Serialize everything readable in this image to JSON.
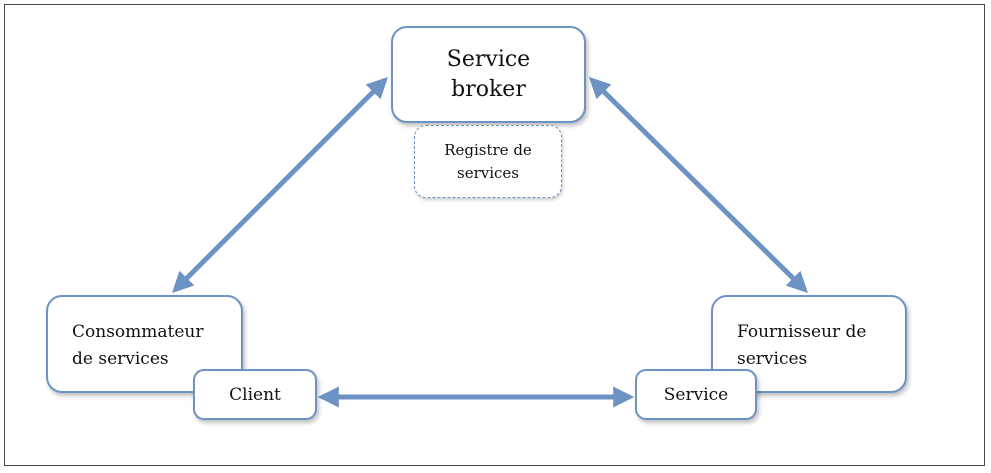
{
  "diagram": {
    "nodes": {
      "broker": {
        "line1": "Service",
        "line2": "broker"
      },
      "registre": {
        "line1": "Registre de",
        "line2": "services"
      },
      "consommateur": {
        "line1": "Consommateur",
        "line2": "de services"
      },
      "fournisseur": {
        "line1": "Fournisseur de",
        "line2": "services"
      },
      "client": {
        "label": "Client"
      },
      "service": {
        "label": "Service"
      }
    },
    "edges": [
      {
        "from": "broker",
        "to": "consommateur",
        "style": "bidirectional"
      },
      {
        "from": "broker",
        "to": "fournisseur",
        "style": "bidirectional"
      },
      {
        "from": "client",
        "to": "service",
        "style": "bidirectional"
      }
    ],
    "colors": {
      "arrow": "#6c93c4",
      "border": "#6c93c4",
      "frame": "#4a4a4a"
    }
  }
}
